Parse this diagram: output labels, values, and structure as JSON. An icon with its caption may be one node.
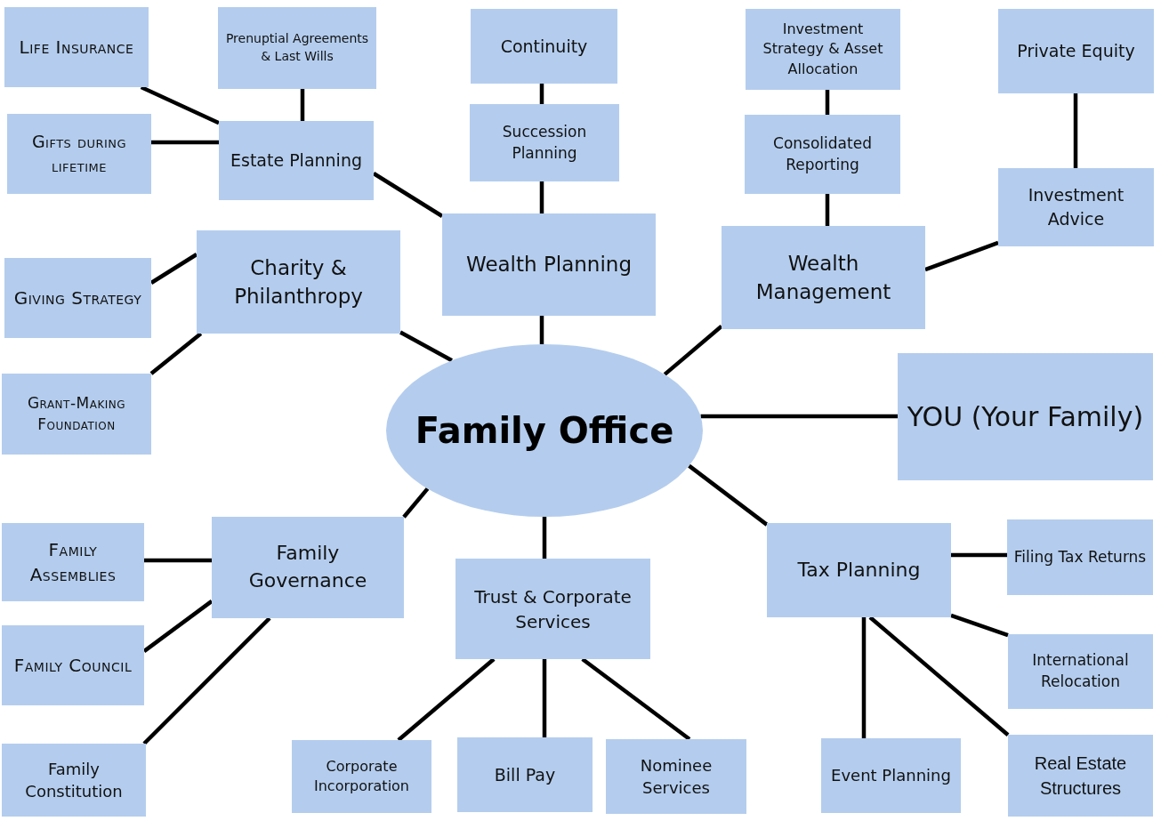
{
  "diagram": {
    "nodes": [
      {
        "text": [
          "Family Office"
        ]
      },
      {
        "text": [
          "Wealth Planning"
        ]
      },
      {
        "text": [
          "Succession Planning"
        ]
      },
      {
        "text": [
          "Continuity"
        ]
      },
      {
        "text": [
          "Estate Planning"
        ]
      },
      {
        "text": [
          "Prenuptial Agreements & Last Wills"
        ]
      },
      {
        "text": [
          "Life Insurance"
        ]
      },
      {
        "text": [
          "Gifts during lifetime"
        ]
      },
      {
        "text": [
          "Charity & Philanthropy"
        ]
      },
      {
        "text": [
          "Giving Strategy"
        ]
      },
      {
        "text": [
          "Grant-Making Foundation"
        ]
      },
      {
        "text": [
          "Wealth Management"
        ]
      },
      {
        "text": [
          "Consolidated Reporting"
        ]
      },
      {
        "text": [
          "Investment Strategy & Asset Allocation"
        ]
      },
      {
        "text": [
          "Investment Advice"
        ]
      },
      {
        "text": [
          "Private Equity"
        ]
      },
      {
        "text": [
          "YOU (Your Family)"
        ]
      },
      {
        "text": [
          "Tax Planning"
        ]
      },
      {
        "text": [
          "Filing Tax Returns"
        ]
      },
      {
        "text": [
          "International Relocation"
        ]
      },
      {
        "text": [
          "Real Estate Structures"
        ]
      },
      {
        "text": [
          "Event Planning"
        ]
      },
      {
        "text": [
          "Trust & Corporate Services"
        ]
      },
      {
        "text": [
          "Corporate Incorporation"
        ]
      },
      {
        "text": [
          "Bill Pay"
        ]
      },
      {
        "text": [
          "Nominee Services"
        ]
      },
      {
        "text": [
          "Family Governance"
        ]
      },
      {
        "text": [
          "Family Assemblies"
        ]
      },
      {
        "text": [
          "Family Council"
        ]
      },
      {
        "text": [
          "Family Constitution"
        ]
      }
    ],
    "edges": [
      {
        "from": 0,
        "to": 1,
        "arrow": "none"
      },
      {
        "from": 1,
        "to": 2,
        "arrow": "none"
      },
      {
        "from": 2,
        "to": 3,
        "arrow": "none"
      },
      {
        "from": 1,
        "to": 4,
        "arrow": "none"
      },
      {
        "from": 4,
        "to": 5,
        "arrow": "none"
      },
      {
        "from": 4,
        "to": 6,
        "arrow": "none"
      },
      {
        "from": 4,
        "to": 7,
        "arrow": "none"
      },
      {
        "from": 0,
        "to": 8,
        "arrow": "none"
      },
      {
        "from": 8,
        "to": 9,
        "arrow": "none"
      },
      {
        "from": 8,
        "to": 10,
        "arrow": "none"
      },
      {
        "from": 0,
        "to": 11,
        "arrow": "none"
      },
      {
        "from": 11,
        "to": 12,
        "arrow": "none"
      },
      {
        "from": 12,
        "to": 13,
        "arrow": "none"
      },
      {
        "from": 11,
        "to": 14,
        "arrow": "none"
      },
      {
        "from": 14,
        "to": 15,
        "arrow": "none"
      },
      {
        "from": 0,
        "to": 16,
        "arrow": "none"
      },
      {
        "from": 0,
        "to": 17,
        "arrow": "none"
      },
      {
        "from": 17,
        "to": 18,
        "arrow": "none"
      },
      {
        "from": 17,
        "to": 19,
        "arrow": "none"
      },
      {
        "from": 17,
        "to": 20,
        "arrow": "none"
      },
      {
        "from": 17,
        "to": 21,
        "arrow": "none"
      },
      {
        "from": 0,
        "to": 22,
        "arrow": "none"
      },
      {
        "from": 22,
        "to": 23,
        "arrow": "none"
      },
      {
        "from": 22,
        "to": 24,
        "arrow": "none"
      },
      {
        "from": 22,
        "to": 25,
        "arrow": "none"
      },
      {
        "from": 0,
        "to": 26,
        "arrow": "none"
      },
      {
        "from": 26,
        "to": 27,
        "arrow": "none"
      },
      {
        "from": 26,
        "to": 28,
        "arrow": "none"
      },
      {
        "from": 26,
        "to": 29,
        "arrow": "none"
      }
    ]
  }
}
